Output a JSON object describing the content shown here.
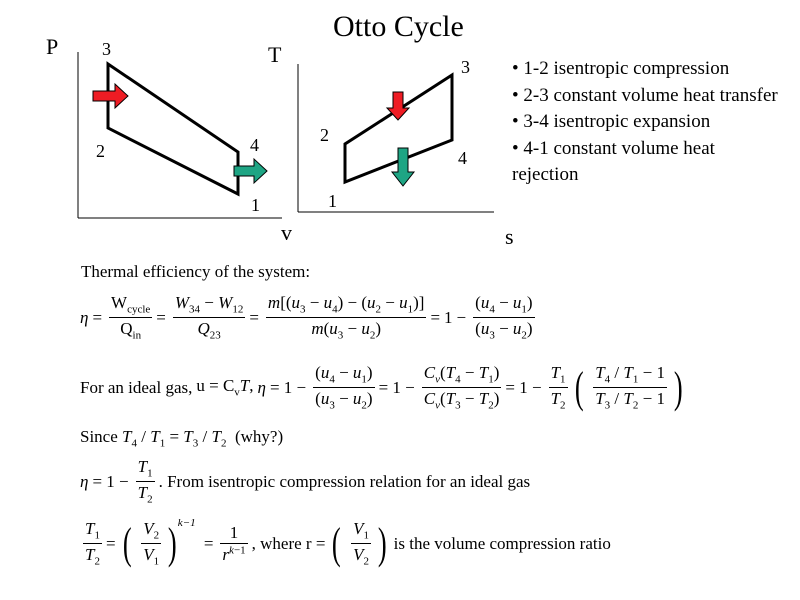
{
  "title": "Otto Cycle",
  "pv": {
    "y_axis": "P",
    "x_axis": "v",
    "points": [
      "1",
      "2",
      "3",
      "4"
    ]
  },
  "ts": {
    "y_axis": "T",
    "x_axis": "s",
    "points": [
      "1",
      "2",
      "3",
      "4"
    ]
  },
  "bullets": [
    "1-2 isentropic compression",
    "2-3 constant volume heat transfer",
    "3-4 isentropic expansion",
    "4-1 constant volume heat rejection"
  ],
  "colors": {
    "heat_in": "#ee1c24",
    "heat_out": "#1ea584",
    "outline": "#000000"
  },
  "text": {
    "thermal": "Thermal efficiency of the system:",
    "ideal_gas_prefix": "For an ideal gas,",
    "u_eq": "u = C",
    "u_sub": "v",
    "since": "Since",
    "why": "(why?)",
    "from_isentropic": ". From isentropic compression relation for an ideal gas",
    "where_r": ", where r =",
    "ratio_desc": "is the volume compression ratio"
  },
  "symbols": {
    "eta": "η",
    "eq": "=",
    "one": "1",
    "minus": "−",
    "slash": "/",
    "W": "W",
    "cycle": "cycle",
    "Q": "Q",
    "in": "in",
    "W34": "W",
    "s34": "34",
    "W12": "W",
    "s12": "12",
    "Q23": "Q",
    "s23": "23",
    "m": "m",
    "k1": "k−1"
  }
}
